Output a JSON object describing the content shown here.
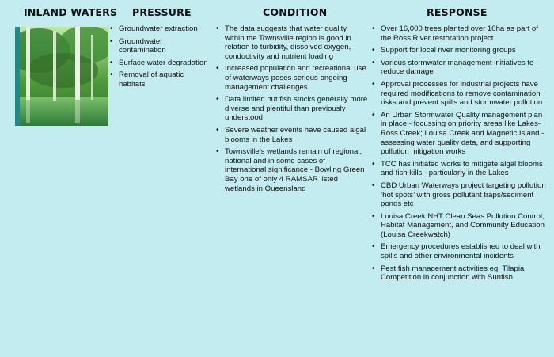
{
  "headers": {
    "inland": "INLAND WATERS",
    "pressure": "PRESSURE",
    "condition": "CONDITION",
    "response": "RESPONSE"
  },
  "pressure": [
    "Groundwater extraction",
    "Groundwater contamination",
    "Surface water degradation",
    "Removal of aquatic habitats"
  ],
  "condition": [
    "The data suggests that water quality within the Townsville region is good in relation to turbidity, dissolved oxygen, conductivity and nutrient loading",
    "Increased population and recreational use of waterways poses serious ongoing management challenges",
    "Data limited but fish stocks generally more diverse and plentiful than previously understood",
    "Severe weather events have caused algal blooms in the Lakes",
    "Townsville’s wetlands remain of regional, national and in some cases of international significance - Bowling Green Bay one of only 4 RAMSAR listed wetlands in Queensland"
  ],
  "response": [
    "Over 16,000 trees planted over 10ha as part of the Ross River restoration project",
    "Support for local river monitoring groups",
    "Various stormwater management initiatives to reduce damage",
    "Approval processes for industrial projects have required modifications to remove contamination risks and prevent spills and stormwater pollution",
    "An Urban Stormwater Quality management plan in place - focussing on priority areas like Lakes-Ross Creek; Louisa Creek and Magnetic Island - assessing water quality data, and supporting pollution mitigation works",
    "TCC has initiated works to mitigate algal blooms and fish kills - particularly in the Lakes",
    "CBD Urban Waterways project targeting pollution ‘hot spots’ with gross pollutant traps/sediment ponds etc",
    "Louisa Creek NHT Clean Seas Pollution Control, Habitat Management, and Community Education (Louisa Creekwatch)",
    "Emergency procedures established to deal with spills and other environmental incidents",
    "Pest fish management activities eg. Tilapia Competition in conjunction with Sunfish"
  ],
  "colors": {
    "background": "#c2ecf0",
    "photo_accent": "#1f8a86"
  }
}
